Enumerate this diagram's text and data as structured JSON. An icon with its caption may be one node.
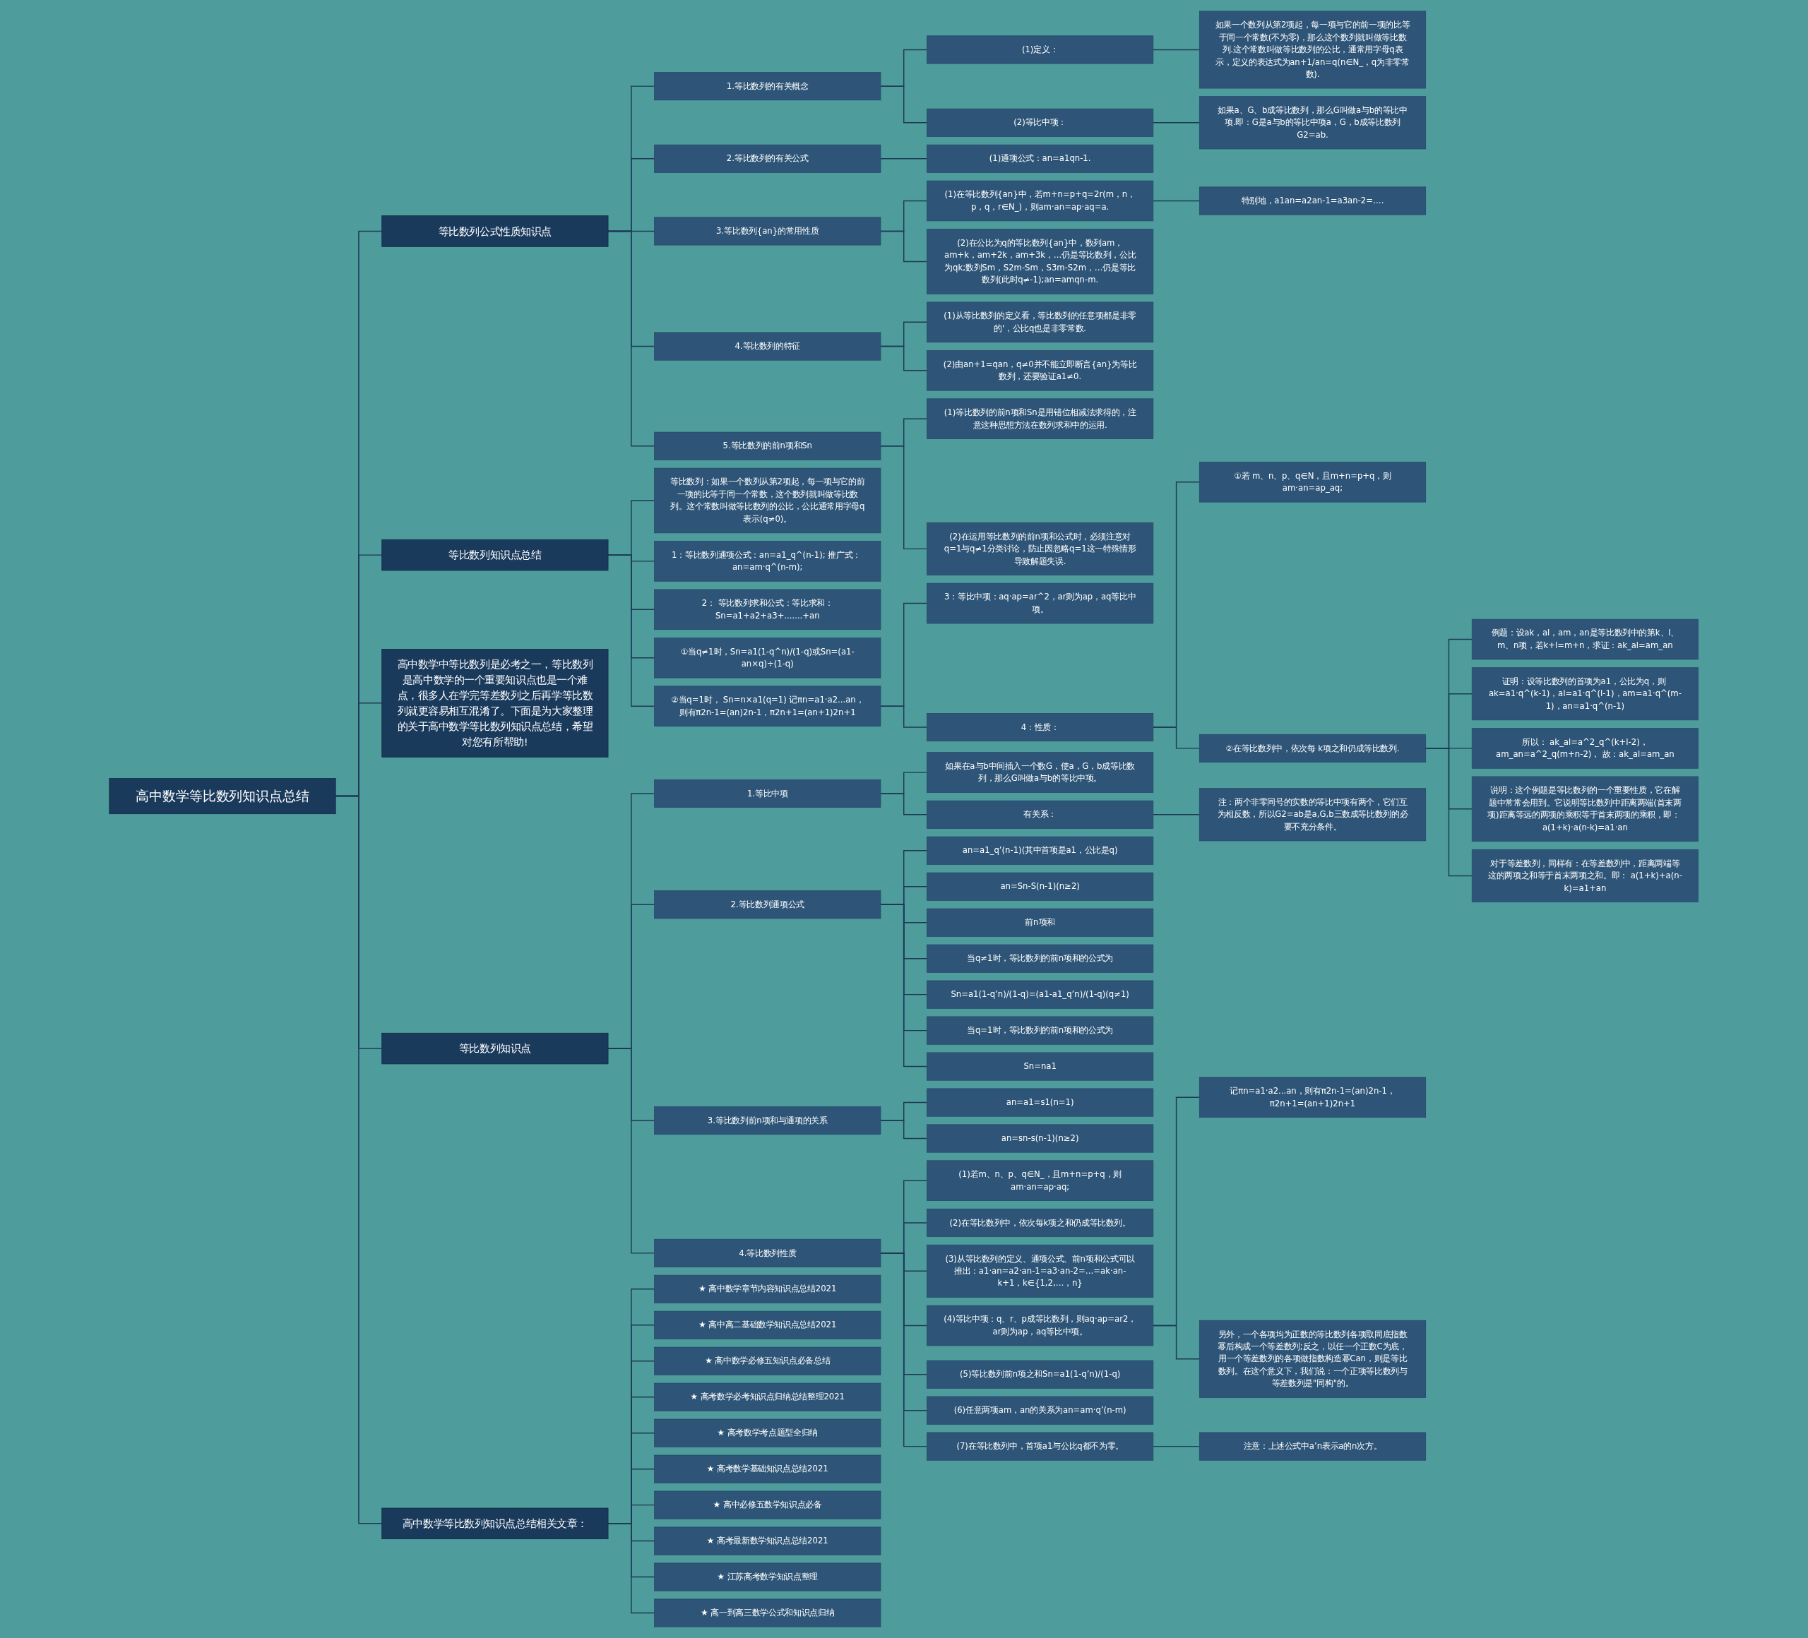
{
  "diagram": {
    "nodes": [
      {
        "text": [
          "高中数学等比数列知识点总结"
        ]
      },
      {
        "text": [
          "等比数列公式性质知识点"
        ]
      },
      {
        "text": [
          "1.等比数列的有关概念"
        ]
      },
      {
        "text": [
          "(1)定义："
        ]
      },
      {
        "text": [
          "如果一个数列从第2项起，每一项与它的前一项的比等于同一个常数(不为零)，那么这个数列就叫做等比数列.这个常数叫做等比数列的公比，通常用字母q表示，定义的表达式为an+1/an=q(n∈N_，q为非零常数)."
        ]
      },
      {
        "text": [
          "(2)等比中项："
        ]
      },
      {
        "text": [
          "如果a、G、b成等比数列，那么G叫做a与b的等比中项.即：G是a与b的等比中项a，G，b成等比数列G2=ab."
        ]
      },
      {
        "text": [
          "2.等比数列的有关公式"
        ]
      },
      {
        "text": [
          "(1)通项公式：an=a1qn-1."
        ]
      },
      {
        "text": [
          "3.等比数列{an}的常用性质"
        ]
      },
      {
        "text": [
          "(1)在等比数列{an}中，若m+n=p+q=2r(m，n，p，q，r∈N_)，则am·an=ap·aq=a."
        ]
      },
      {
        "text": [
          "特别地，a1an=a2an-1=a3an-2=…."
        ]
      },
      {
        "text": [
          "(2)在公比为q的等比数列{an}中，数列am，am+k，am+2k，am+3k，…仍是等比数列，公比为qk;数列Sm，S2m-Sm，S3m-S2m，…仍是等比数列(此时q≠-1);an=amqn-m."
        ]
      },
      {
        "text": [
          "4.等比数列的特征"
        ]
      },
      {
        "text": [
          "(1)从等比数列的定义看，等比数列的任意项都是非零的'，公比q也是非零常数."
        ]
      },
      {
        "text": [
          "(2)由an+1=qan，q≠0并不能立即断言{an}为等比数列，还要验证a1≠0."
        ]
      },
      {
        "text": [
          "5.等比数列的前n项和Sn"
        ]
      },
      {
        "text": [
          "(1)等比数列的前n项和Sn是用错位相减法求得的，注意这种思想方法在数列求和中的运用."
        ]
      },
      {
        "text": [
          "(2)在运用等比数列的前n项和公式时，必须注意对q=1与q≠1分类讨论，防止因忽略q=1这一特殊情形导致解题失误."
        ]
      },
      {
        "text": [
          "等比数列知识点总结"
        ]
      },
      {
        "text": [
          "等比数列：如果一个数列从第2项起，每一项与它的前一项的比等于同一个常数，这个数列就叫做等比数列。这个常数叫做等比数列的公比，公比通常用字母q表示(q≠0)。"
        ]
      },
      {
        "text": [
          "1：等比数列通项公式：an=a1_q^(n-1); 推广式： an=am·q^(n-m);"
        ]
      },
      {
        "text": [
          "2： 等比数列求和公式：等比求和：Sn=a1+a2+a3+.......+an"
        ]
      },
      {
        "text": [
          "①当q≠1时，Sn=a1(1-q^n)/(1-q)或Sn=(a1-an×q)÷(1-q)"
        ]
      },
      {
        "text": [
          "②当q=1时， Sn=n×a1(q=1) 记πn=a1·a2...an，则有π2n-1=(an)2n-1，π2n+1=(an+1)2n+1"
        ]
      },
      {
        "text": [
          "3：等比中项：aq·ap=ar^2，ar则为ap，aq等比中项。"
        ]
      },
      {
        "text": [
          "4：性质："
        ]
      },
      {
        "text": [
          "①若 m、n、p、q∈N，且m+n=p+q，则am·an=ap_aq;"
        ]
      },
      {
        "text": [
          "②在等比数列中，依次每 k项之和仍成等比数列."
        ]
      },
      {
        "text": [
          "例题：设ak，al，am，an是等比数列中的第k、l、m、n项，若k+l=m+n，求证：ak_al=am_an"
        ]
      },
      {
        "text": [
          "证明：设等比数列的首项为a1，公比为q，则 ak=a1·q^(k-1)，al=a1·q^(l-1)，am=a1·q^(m-1)，an=a1·q^(n-1)"
        ]
      },
      {
        "text": [
          "所以： ak_al=a^2_q^(k+l-2)，am_an=a^2_q(m+n-2)， 故：ak_al=am_an"
        ]
      },
      {
        "text": [
          "说明：这个例题是等比数列的一个重要性质，它在解题中常常会用到。它说明等比数列中距离两端(首末两项)距离等远的两项的乘积等于首末两项的乘积，即： a(1+k)·a(n-k)=a1·an"
        ]
      },
      {
        "text": [
          "对于等差数列，同样有：在等差数列中，距离两端等这的两项之和等于首末两项之和。即： a(1+k)+a(n-k)=a1+an"
        ]
      },
      {
        "text": [
          "高中数学中等比数列是必考之一，等比数列是高中数学的一个重要知识点也是一个难点，很多人在学完等差数列之后再学等比数列就更容易相互混淆了。下面是为大家整理的关于高中数学等比数列知识点总结，希望对您有所帮助!"
        ]
      },
      {
        "text": [
          "等比数列知识点"
        ]
      },
      {
        "text": [
          "1.等比中项"
        ]
      },
      {
        "text": [
          "如果在a与b中间插入一个数G，使a，G，b成等比数列，那么G叫做a与b的等比中项。"
        ]
      },
      {
        "text": [
          "有关系："
        ]
      },
      {
        "text": [
          "注：两个非零同号的实数的等比中项有两个，它们互为相反数，所以G2=ab是a,G,b三数成等比数列的必要不充分条件。"
        ]
      },
      {
        "text": [
          "2.等比数列通项公式"
        ]
      },
      {
        "text": [
          "an=a1_q’(n-1)(其中首项是a1，公比是q)"
        ]
      },
      {
        "text": [
          "an=Sn-S(n-1)(n≥2)"
        ]
      },
      {
        "text": [
          "前n项和"
        ]
      },
      {
        "text": [
          "当q≠1时，等比数列的前n项和的公式为"
        ]
      },
      {
        "text": [
          "Sn=a1(1-q’n)/(1-q)=(a1-a1_q’n)/(1-q)(q≠1)"
        ]
      },
      {
        "text": [
          "当q=1时，等比数列的前n项和的公式为"
        ]
      },
      {
        "text": [
          "Sn=na1"
        ]
      },
      {
        "text": [
          "3.等比数列前n项和与通项的关系"
        ]
      },
      {
        "text": [
          "an=a1=s1(n=1)"
        ]
      },
      {
        "text": [
          "an=sn-s(n-1)(n≥2)"
        ]
      },
      {
        "text": [
          "4.等比数列性质"
        ]
      },
      {
        "text": [
          "(1)若m、n、p、q∈N_，且m+n=p+q，则am·an=ap·aq;"
        ]
      },
      {
        "text": [
          "(2)在等比数列中，依次每k项之和仍成等比数列。"
        ]
      },
      {
        "text": [
          "(3)从等比数列的定义、通项公式、前n项和公式可以推出：a1·an=a2·an-1=a3·an-2=…=ak·an-k+1，k∈{1,2,…，n}"
        ]
      },
      {
        "text": [
          "(4)等比中项：q、r、p成等比数列，则aq·ap=ar2，ar则为ap，aq等比中项。"
        ]
      },
      {
        "text": [
          "记πn=a1·a2...an，则有π2n-1=(an)2n-1，π2n+1=(an+1)2n+1"
        ]
      },
      {
        "text": [
          "另外，一个各项均为正数的等比数列各项取同底指数幂后构成一个等差数列;反之，以任一个正数C为底，用一个等差数列的各项做指数构造幂Can，则是等比数列。在这个意义下，我们说：一个正项等比数列与等差数列是\"同构\"的。"
        ]
      },
      {
        "text": [
          "(5)等比数列前n项之和Sn=a1(1-q’n)/(1-q)"
        ]
      },
      {
        "text": [
          "(6)任意两项am，an的关系为an=am·q’(n-m)"
        ]
      },
      {
        "text": [
          "(7)在等比数列中，首项a1与公比q都不为零。"
        ]
      },
      {
        "text": [
          "注意：上述公式中a’n表示a的n次方。"
        ]
      },
      {
        "text": [
          "高中数学等比数列知识点总结相关文章："
        ]
      },
      {
        "text": [
          "★ 高中数学章节内容知识点总结2021"
        ]
      },
      {
        "text": [
          "★ 高中高二基础数学知识点总结2021"
        ]
      },
      {
        "text": [
          "★ 高中数学必修五知识点必备总结"
        ]
      },
      {
        "text": [
          "★ 高考数学必考知识点归纳总结整理2021"
        ]
      },
      {
        "text": [
          "★ 高考数学考点题型全归纳"
        ]
      },
      {
        "text": [
          "★ 高考数学基础知识点总结2021"
        ]
      },
      {
        "text": [
          "★ 高中必修五数学知识点必备"
        ]
      },
      {
        "text": [
          "★ 高考最新数学知识点总结2021"
        ]
      },
      {
        "text": [
          "★ 江苏高考数学知识点整理"
        ]
      },
      {
        "text": [
          "★ 高一到高三数学公式和知识点归纳"
        ]
      }
    ],
    "edges": [
      {
        "from": 0,
        "to": 1,
        "arrow": "none"
      },
      {
        "from": 1,
        "to": 2,
        "arrow": "none"
      },
      {
        "from": 2,
        "to": 3,
        "arrow": "none"
      },
      {
        "from": 3,
        "to": 4,
        "arrow": "none"
      },
      {
        "from": 2,
        "to": 5,
        "arrow": "none"
      },
      {
        "from": 5,
        "to": 6,
        "arrow": "none"
      },
      {
        "from": 1,
        "to": 7,
        "arrow": "none"
      },
      {
        "from": 7,
        "to": 8,
        "arrow": "none"
      },
      {
        "from": 1,
        "to": 9,
        "arrow": "none"
      },
      {
        "from": 9,
        "to": 10,
        "arrow": "none"
      },
      {
        "from": 10,
        "to": 11,
        "arrow": "none"
      },
      {
        "from": 9,
        "to": 12,
        "arrow": "none"
      },
      {
        "from": 1,
        "to": 13,
        "arrow": "none"
      },
      {
        "from": 13,
        "to": 14,
        "arrow": "none"
      },
      {
        "from": 13,
        "to": 15,
        "arrow": "none"
      },
      {
        "from": 1,
        "to": 16,
        "arrow": "none"
      },
      {
        "from": 16,
        "to": 17,
        "arrow": "none"
      },
      {
        "from": 16,
        "to": 18,
        "arrow": "none"
      },
      {
        "from": 0,
        "to": 19,
        "arrow": "none"
      },
      {
        "from": 19,
        "to": 20,
        "arrow": "none"
      },
      {
        "from": 19,
        "to": 21,
        "arrow": "none"
      },
      {
        "from": 19,
        "to": 22,
        "arrow": "none"
      },
      {
        "from": 19,
        "to": 23,
        "arrow": "none"
      },
      {
        "from": 19,
        "to": 24,
        "arrow": "none"
      },
      {
        "from": 24,
        "to": 25,
        "arrow": "none"
      },
      {
        "from": 24,
        "to": 26,
        "arrow": "none"
      },
      {
        "from": 26,
        "to": 27,
        "arrow": "none"
      },
      {
        "from": 26,
        "to": 28,
        "arrow": "none"
      },
      {
        "from": 28,
        "to": 29,
        "arrow": "none"
      },
      {
        "from": 28,
        "to": 30,
        "arrow": "none"
      },
      {
        "from": 28,
        "to": 31,
        "arrow": "none"
      },
      {
        "from": 28,
        "to": 32,
        "arrow": "none"
      },
      {
        "from": 28,
        "to": 33,
        "arrow": "none"
      },
      {
        "from": 0,
        "to": 34,
        "arrow": "none"
      },
      {
        "from": 0,
        "to": 35,
        "arrow": "none"
      },
      {
        "from": 35,
        "to": 36,
        "arrow": "none"
      },
      {
        "from": 36,
        "to": 37,
        "arrow": "none"
      },
      {
        "from": 36,
        "to": 38,
        "arrow": "none"
      },
      {
        "from": 38,
        "to": 39,
        "arrow": "none"
      },
      {
        "from": 35,
        "to": 40,
        "arrow": "none"
      },
      {
        "from": 40,
        "to": 41,
        "arrow": "none"
      },
      {
        "from": 40,
        "to": 42,
        "arrow": "none"
      },
      {
        "from": 40,
        "to": 43,
        "arrow": "none"
      },
      {
        "from": 40,
        "to": 44,
        "arrow": "none"
      },
      {
        "from": 40,
        "to": 45,
        "arrow": "none"
      },
      {
        "from": 40,
        "to": 46,
        "arrow": "none"
      },
      {
        "from": 40,
        "to": 47,
        "arrow": "none"
      },
      {
        "from": 35,
        "to": 48,
        "arrow": "none"
      },
      {
        "from": 48,
        "to": 49,
        "arrow": "none"
      },
      {
        "from": 48,
        "to": 50,
        "arrow": "none"
      },
      {
        "from": 35,
        "to": 51,
        "arrow": "none"
      },
      {
        "from": 51,
        "to": 52,
        "arrow": "none"
      },
      {
        "from": 51,
        "to": 53,
        "arrow": "none"
      },
      {
        "from": 51,
        "to": 54,
        "arrow": "none"
      },
      {
        "from": 51,
        "to": 55,
        "arrow": "none"
      },
      {
        "from": 55,
        "to": 56,
        "arrow": "none"
      },
      {
        "from": 55,
        "to": 57,
        "arrow": "none"
      },
      {
        "from": 51,
        "to": 58,
        "arrow": "none"
      },
      {
        "from": 51,
        "to": 59,
        "arrow": "none"
      },
      {
        "from": 51,
        "to": 60,
        "arrow": "none"
      },
      {
        "from": 60,
        "to": 61,
        "arrow": "none"
      },
      {
        "from": 0,
        "to": 62,
        "arrow": "none"
      },
      {
        "from": 62,
        "to": 63,
        "arrow": "none"
      },
      {
        "from": 62,
        "to": 64,
        "arrow": "none"
      },
      {
        "from": 62,
        "to": 65,
        "arrow": "none"
      },
      {
        "from": 62,
        "to": 66,
        "arrow": "none"
      },
      {
        "from": 62,
        "to": 67,
        "arrow": "none"
      },
      {
        "from": 62,
        "to": 68,
        "arrow": "none"
      },
      {
        "from": 62,
        "to": 69,
        "arrow": "none"
      },
      {
        "from": 62,
        "to": 70,
        "arrow": "none"
      },
      {
        "from": 62,
        "to": 71,
        "arrow": "none"
      },
      {
        "from": 62,
        "to": 72,
        "arrow": "none"
      }
    ]
  }
}
